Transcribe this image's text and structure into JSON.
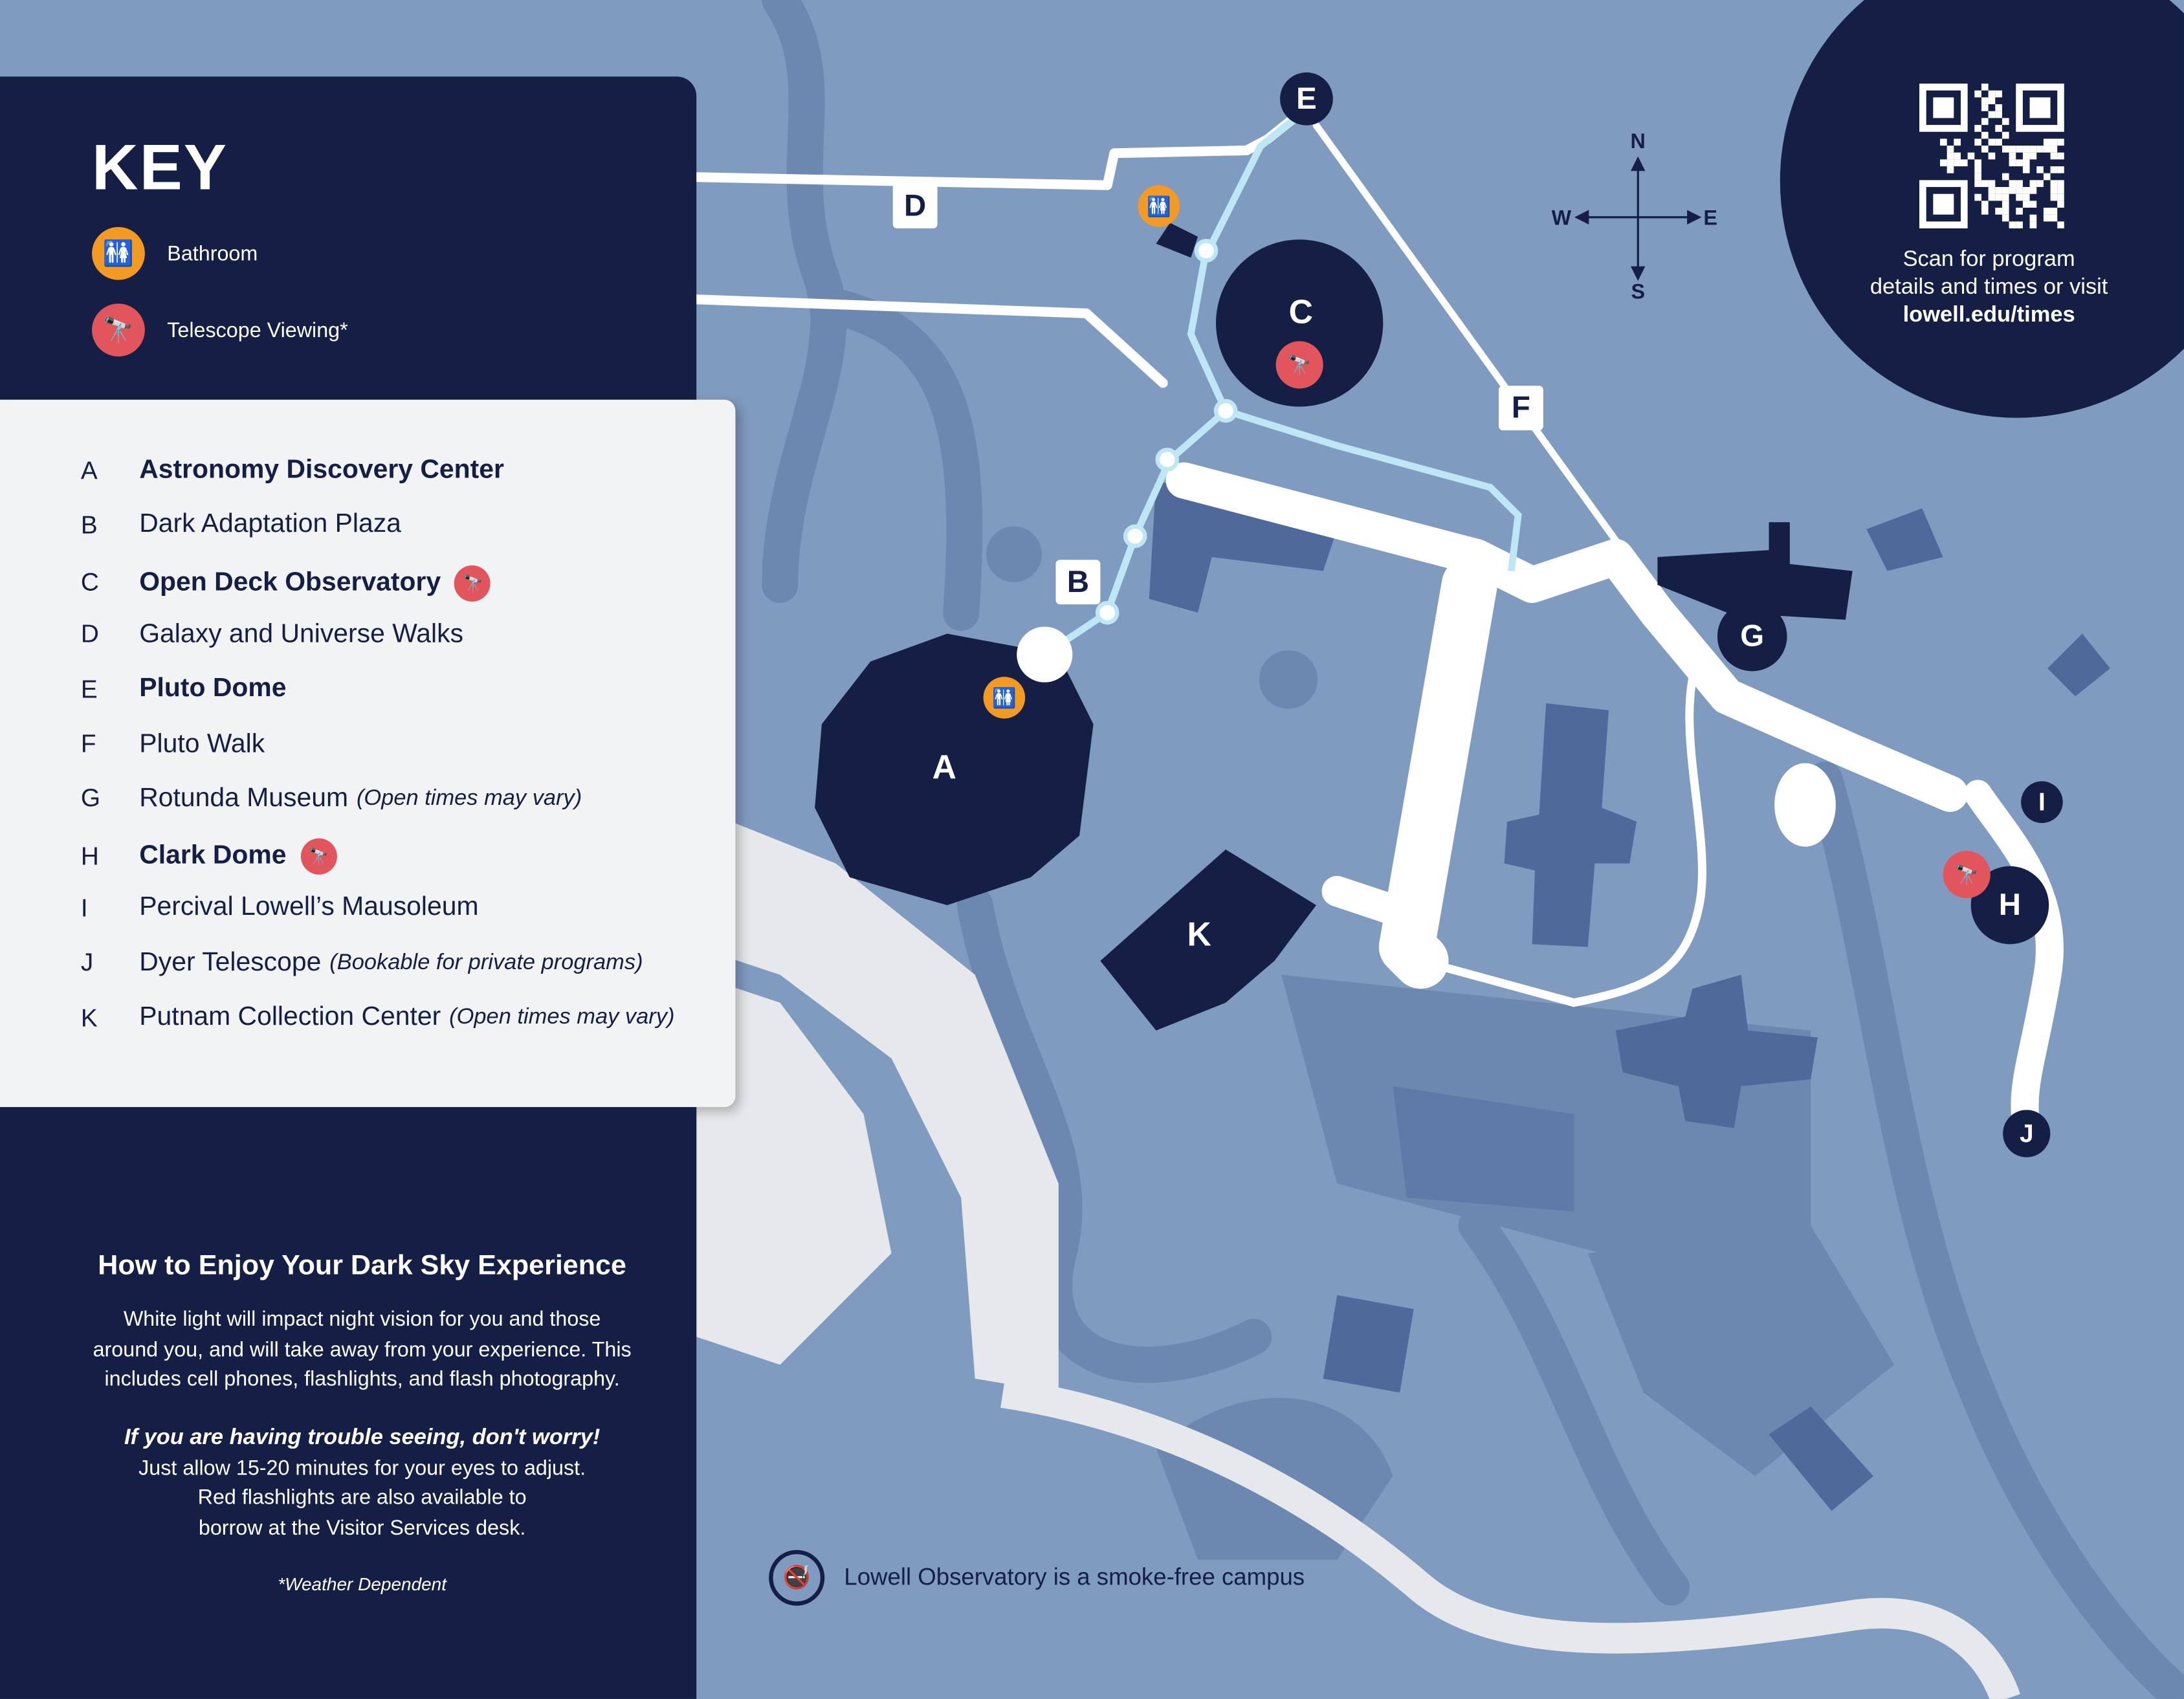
{
  "colors": {
    "navy": "#151f45",
    "map_bg": "#7f9bbf",
    "path": "#ffffff",
    "bathroom": "#f39a25",
    "telescope": "#e2555c",
    "glow": "#bfe6f5"
  },
  "key": {
    "title": "KEY",
    "legend": [
      {
        "icon": "bathroom-icon",
        "label": "Bathroom"
      },
      {
        "icon": "telescope-icon",
        "label": "Telescope Viewing*"
      }
    ],
    "items": [
      {
        "letter": "A",
        "name": "Astronomy Discovery Center",
        "bold": true,
        "note": "",
        "telescope": false
      },
      {
        "letter": "B",
        "name": "Dark Adaptation Plaza",
        "bold": false,
        "note": "",
        "telescope": false
      },
      {
        "letter": "C",
        "name": "Open Deck Observatory",
        "bold": true,
        "note": "",
        "telescope": true
      },
      {
        "letter": "D",
        "name": "Galaxy and Universe Walks",
        "bold": false,
        "note": "",
        "telescope": false
      },
      {
        "letter": "E",
        "name": "Pluto Dome",
        "bold": true,
        "note": "",
        "telescope": false
      },
      {
        "letter": "F",
        "name": "Pluto Walk",
        "bold": false,
        "note": "",
        "telescope": false
      },
      {
        "letter": "G",
        "name": "Rotunda Museum",
        "bold": false,
        "note": "(Open times may vary)",
        "telescope": false
      },
      {
        "letter": "H",
        "name": "Clark Dome",
        "bold": true,
        "note": "",
        "telescope": true
      },
      {
        "letter": "I",
        "name": "Percival Lowell’s Mausoleum",
        "bold": false,
        "note": "",
        "telescope": false
      },
      {
        "letter": "J",
        "name": "Dyer Telescope",
        "bold": false,
        "note": "(Bookable for private programs)",
        "telescope": false
      },
      {
        "letter": "K",
        "name": "Putnam Collection Center",
        "bold": false,
        "note": "(Open times may vary)",
        "telescope": false
      }
    ]
  },
  "tips": {
    "title": "How to Enjoy Your Dark Sky Experience",
    "para1": [
      "White light will impact night vision for you and those",
      "around you, and will take away from your experience. This",
      "includes cell phones, flashlights, and flash photography."
    ],
    "para2_bold": "If you are having trouble seeing, don't worry!",
    "para2": [
      "Just allow 15-20 minutes for your eyes to adjust.",
      "Red flashlights are also available to",
      "borrow at the Visitor Services desk."
    ],
    "footnote": "*Weather Dependent"
  },
  "qr": {
    "text_lines": [
      "Scan for program",
      "details and times or visit"
    ],
    "url": "lowell.edu/times"
  },
  "compass": {
    "n": "N",
    "s": "S",
    "e": "E",
    "w": "W"
  },
  "map_labels": [
    "A",
    "B",
    "C",
    "D",
    "E",
    "F",
    "G",
    "H",
    "I",
    "J",
    "K"
  ],
  "smoke_free": "Lowell Observatory is a smoke-free campus"
}
